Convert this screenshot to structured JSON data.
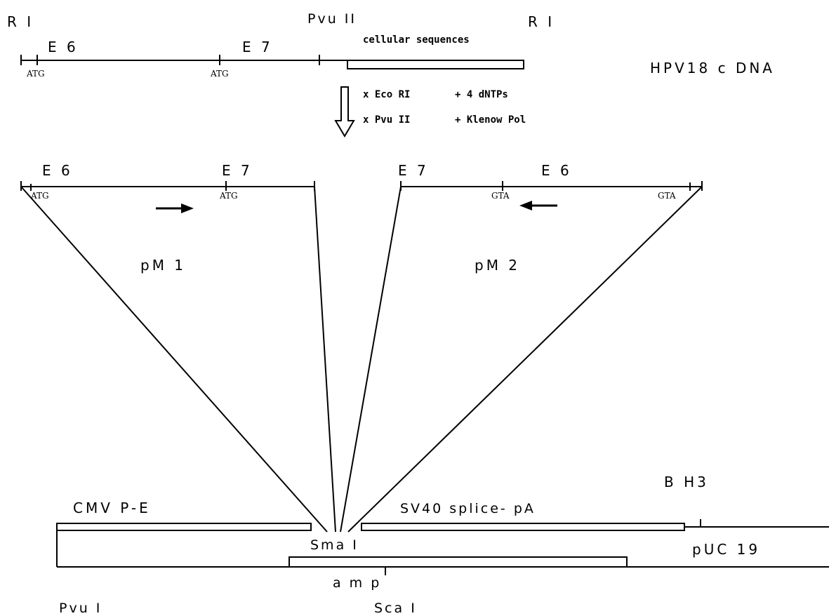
{
  "hpv": {
    "ri_left": "R I",
    "pvu2": "Pvu II",
    "ri_right": "R I",
    "e6": "E 6",
    "e7": "E 7",
    "cellular": "cellular sequences",
    "atg1": "ATG",
    "atg2": "ATG",
    "name": "HPV18  c DNA"
  },
  "process": {
    "step1a": "x Eco RI",
    "step1b": "+ 4 dNTPs",
    "step2a": "x Pvu II",
    "step2b": "+ Klenow Pol"
  },
  "pm1": {
    "e6": "E 6",
    "e7": "E 7",
    "atg1": "ATG",
    "atg2": "ATG",
    "name": "pM 1"
  },
  "pm2": {
    "e7": "E 7",
    "e6": "E 6",
    "gta1": "GTA",
    "gta2": "GTA",
    "name": "pM 2"
  },
  "vector": {
    "bh3": "B H3",
    "cmv": "CMV  P-E",
    "sv40": "SV40  splice- pA",
    "smai": "Sma I",
    "puc": "pUC 19",
    "amp": "a m p",
    "pvui": "Pvu I",
    "scai": "Sca I"
  }
}
